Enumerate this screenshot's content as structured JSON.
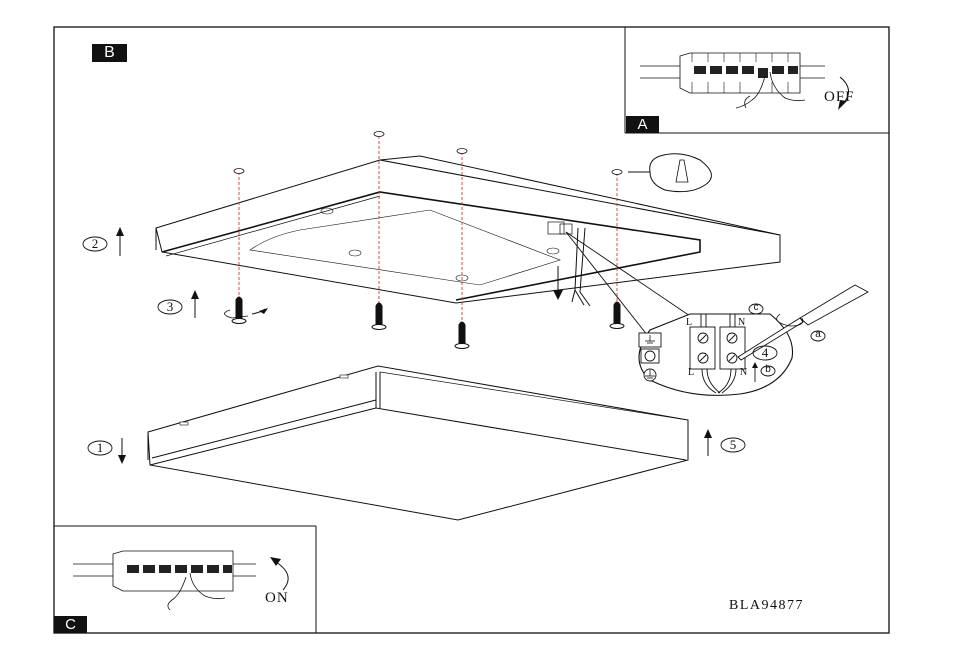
{
  "document": {
    "model_code": "BLA94877",
    "colors": {
      "ink": "#111111",
      "guide": "#d23a3a",
      "paper": "#ffffff"
    }
  },
  "panels": {
    "main": {
      "badge": "B"
    },
    "power_off": {
      "badge": "A",
      "caption": "OFF"
    },
    "power_on": {
      "badge": "C",
      "caption": "ON"
    }
  },
  "steps": [
    {
      "number": "1",
      "direction": "down",
      "meaning": "remove diffuser"
    },
    {
      "number": "2",
      "direction": "up",
      "meaning": "position base on ceiling"
    },
    {
      "number": "3",
      "direction": "up",
      "meaning": "fix screws"
    },
    {
      "number": "4",
      "direction": "none",
      "meaning": "connect wires"
    },
    {
      "number": "5",
      "direction": "up",
      "meaning": "refit diffuser"
    }
  ],
  "wiring": {
    "terminal_top": [
      "L",
      "N"
    ],
    "terminal_bottom": [
      "L",
      "N"
    ],
    "substeps": [
      "a",
      "b",
      "c"
    ],
    "earth_symbol": "earth-icon"
  }
}
